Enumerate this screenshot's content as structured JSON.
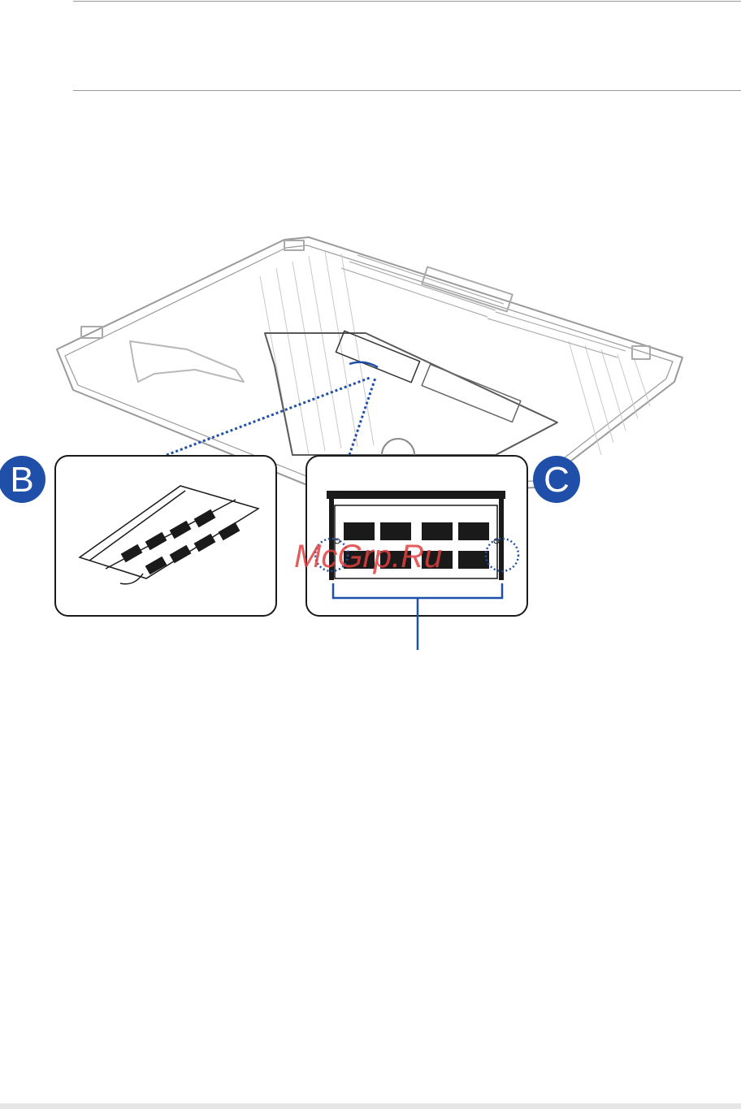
{
  "callouts": {
    "b_label": "B",
    "c_label": "C"
  },
  "watermark": {
    "text": "McGrp.Ru"
  },
  "colors": {
    "callout_blue": "#1f4fa8",
    "line_gray": "#8a8a8a",
    "ink": "#1a1a1a",
    "watermark_red": "#e04040"
  }
}
